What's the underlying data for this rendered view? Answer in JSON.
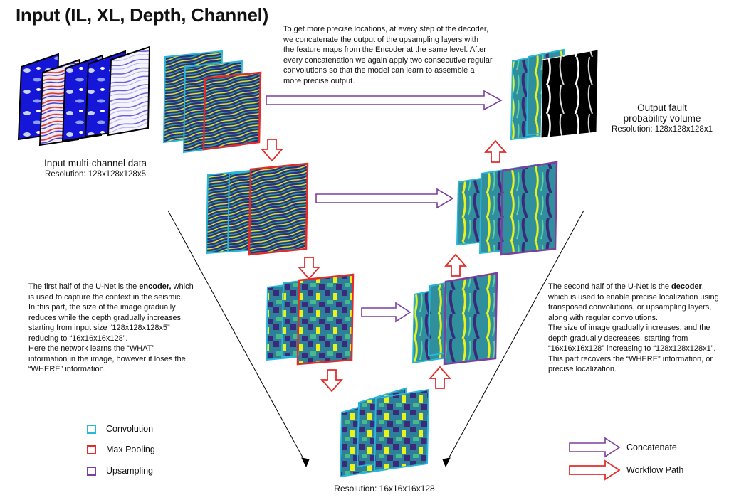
{
  "title": "Input (IL, XL, Depth, Channel)",
  "top_note": {
    "lines": [
      "To get more precise locations, at every step of the decoder,",
      "we concatenate the output of the upsampling layers with",
      "the feature maps from the Encoder at the same level. After",
      "every concatenation we again apply two consecutive regular",
      "convolutions so that the model can learn to assemble a",
      "more precise output."
    ]
  },
  "input_label": {
    "title": "Input multi-channel data",
    "resolution": "Resolution: 128x128x128x5"
  },
  "output_label": {
    "title_line1": "Output fault",
    "title_line2": "probability volume",
    "resolution": "Resolution: 128x128x128x1"
  },
  "bottom_label": {
    "resolution": "Resolution: 16x16x16x128"
  },
  "encoder_note": {
    "line1_before": "The first half of the U-Net is the ",
    "line1_bold": "encoder,",
    "line1_after": " which",
    "lines": [
      "is used to capture the context in the seismic.",
      "In this part, the size of the image gradually",
      "reduces while the depth gradually increases,",
      "starting from input size “128x128x128x5”",
      "reducing to “16x16x16x128”.",
      "Here the network learns the “WHAT”",
      "information in the image, however it loses the",
      "“WHERE” information."
    ]
  },
  "decoder_note": {
    "line1_before": "The second half of the U-Net is the ",
    "line1_bold": "decoder",
    "line1_after": ",",
    "lines": [
      "which is used to enable precise localization using",
      "transposed convolutions, or upsampling layers,",
      "along with regular convolutions.",
      "The size of image gradually increases, and the",
      "depth gradually decreases, starting from",
      "“16x16x16x128” increasing to “128x128x128x1”.",
      "This part recovers the “WHERE” information, or",
      "precise localization."
    ]
  },
  "legend": {
    "items": [
      {
        "label": "Convolution",
        "color": "#29b6d8"
      },
      {
        "label": "Max Pooling",
        "color": "#e32b2b"
      },
      {
        "label": "Upsampling",
        "color": "#7b3fa0"
      }
    ],
    "arrows": [
      {
        "label": "Concatenate",
        "color": "#7b3fa0"
      },
      {
        "label": "Workflow Path",
        "color": "#e32b2b"
      }
    ]
  },
  "colors": {
    "convolution": "#29b6d8",
    "max_pooling": "#e32b2b",
    "upsampling": "#7b3fa0",
    "concatenate": "#7b3fa0",
    "workflow": "#e32b2b",
    "seismic_blue": "#1a1ae0",
    "feature_dark": "#3b2a7a",
    "feature_mid": "#2a9d8f",
    "feature_bright": "#e8f21c"
  }
}
